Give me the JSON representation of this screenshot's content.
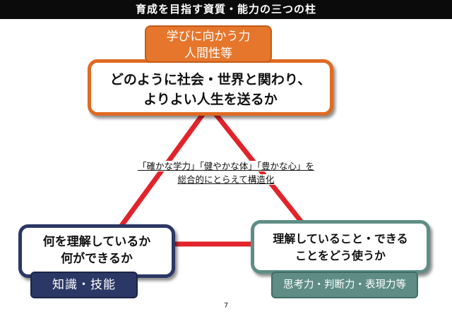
{
  "header": {
    "title": "育成を目指す資質・能力の三つの柱"
  },
  "top": {
    "tag_line1": "学びに向かう力",
    "tag_line2": "人間性等",
    "box_line1": "どのように社会・世界と関わり、",
    "box_line2": "よりよい人生を送るか"
  },
  "center": {
    "line1": "「確かな学力」「健やかな体」「豊かな心」を",
    "line2": "総合的にとらえて構造化"
  },
  "left": {
    "box_line1": "何を理解しているか",
    "box_line2": "何ができるか",
    "tag": "知識・技能"
  },
  "right": {
    "box_line1": "理解していること・できる",
    "box_line2": "ことをどう使うか",
    "tag": "思考力・判断力・表現力等"
  },
  "footer": {
    "page_number": "7"
  },
  "colors": {
    "top_accent": "#e6762c",
    "left_accent": "#2b3764",
    "right_accent": "#5f8d86",
    "triangle_line": "#e2232a"
  }
}
